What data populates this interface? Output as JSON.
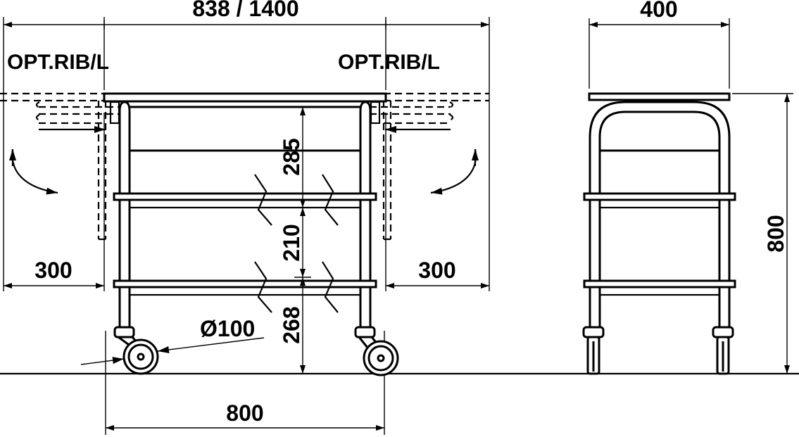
{
  "labels": {
    "top_width": "838 / 1400",
    "depth": "400",
    "option_left": "OPT.RIB/L",
    "option_right": "OPT.RIB/L",
    "flap_left": "300",
    "flap_right": "300",
    "shelf_gap_top": "285",
    "shelf_gap_mid": "210",
    "shelf_gap_bottom": "268",
    "wheel_diameter": "Ø100",
    "total_height": "800",
    "body_length": "800"
  },
  "colors": {
    "line": "#000000",
    "background": "#ffffff"
  }
}
